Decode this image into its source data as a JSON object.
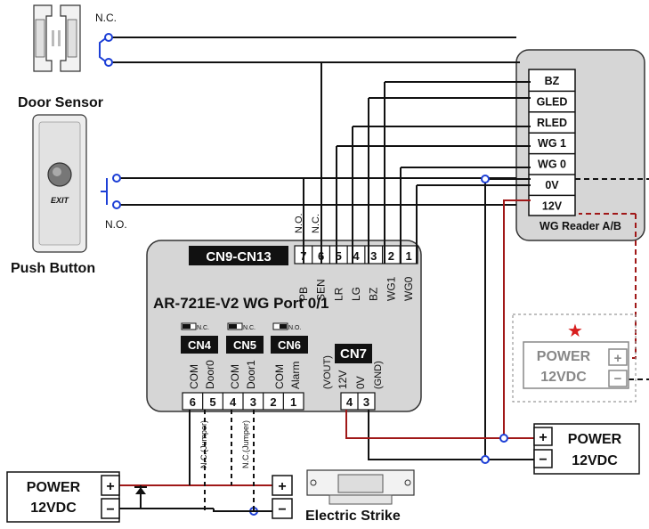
{
  "door_sensor": {
    "title": "Door Sensor",
    "contact": "N.C."
  },
  "push_button": {
    "title": "Push Button",
    "face_text": "EXIT",
    "contact": "N.O."
  },
  "reader": {
    "title": "WG Reader A/B",
    "pins": [
      "BZ",
      "GLED",
      "RLED",
      "WG 1",
      "WG 0",
      "0V",
      "12V"
    ]
  },
  "controller": {
    "title": "AR-721E-V2 WG Port 0/1",
    "cn9": {
      "label": "CN9-CN13",
      "pin_numbers": [
        "7",
        "6",
        "5",
        "4",
        "3",
        "2",
        "1"
      ],
      "pin_labels": [
        "PB",
        "SEN",
        "LR",
        "LG",
        "BZ",
        "WG1",
        "WG0"
      ],
      "pb_contact": "N.O.",
      "sen_contact": "N.C."
    },
    "jumper_legend": [
      "N.C.",
      "N.C.",
      "N.O."
    ],
    "relays": [
      {
        "label": "CN4",
        "terminals": [
          "COM",
          "Door0"
        ]
      },
      {
        "label": "CN5",
        "terminals": [
          "COM",
          "Door1"
        ]
      },
      {
        "label": "CN6",
        "terminals": [
          "COM",
          "Alarm"
        ]
      }
    ],
    "relay_pin_numbers": [
      "6",
      "5",
      "4",
      "3",
      "2",
      "1"
    ],
    "cn7": {
      "label": "CN7",
      "pin_labels": [
        "(VOUT)",
        "12V",
        "0V",
        "(GND)"
      ],
      "pin_numbers": [
        "4",
        "3"
      ]
    }
  },
  "jumper_text": "N.C.(Jumper)",
  "power_main": {
    "line1": "POWER",
    "line2": "12VDC",
    "plus": "+",
    "minus": "−"
  },
  "power_optional": {
    "line1": "POWER",
    "line2": "12VDC",
    "plus": "+",
    "minus": "−",
    "star": "★"
  },
  "power_lock": {
    "line1": "POWER",
    "line2": "12VDC",
    "plus": "+",
    "minus": "−"
  },
  "strike": {
    "title": "Electric Strike",
    "plus": "+",
    "minus": "−"
  },
  "colors": {
    "wire": "#000000",
    "power_wire": "#a01818",
    "junction": "#1d3fd6",
    "box": "#d6d6d6",
    "black": "#111111",
    "star": "#d81e1e"
  }
}
